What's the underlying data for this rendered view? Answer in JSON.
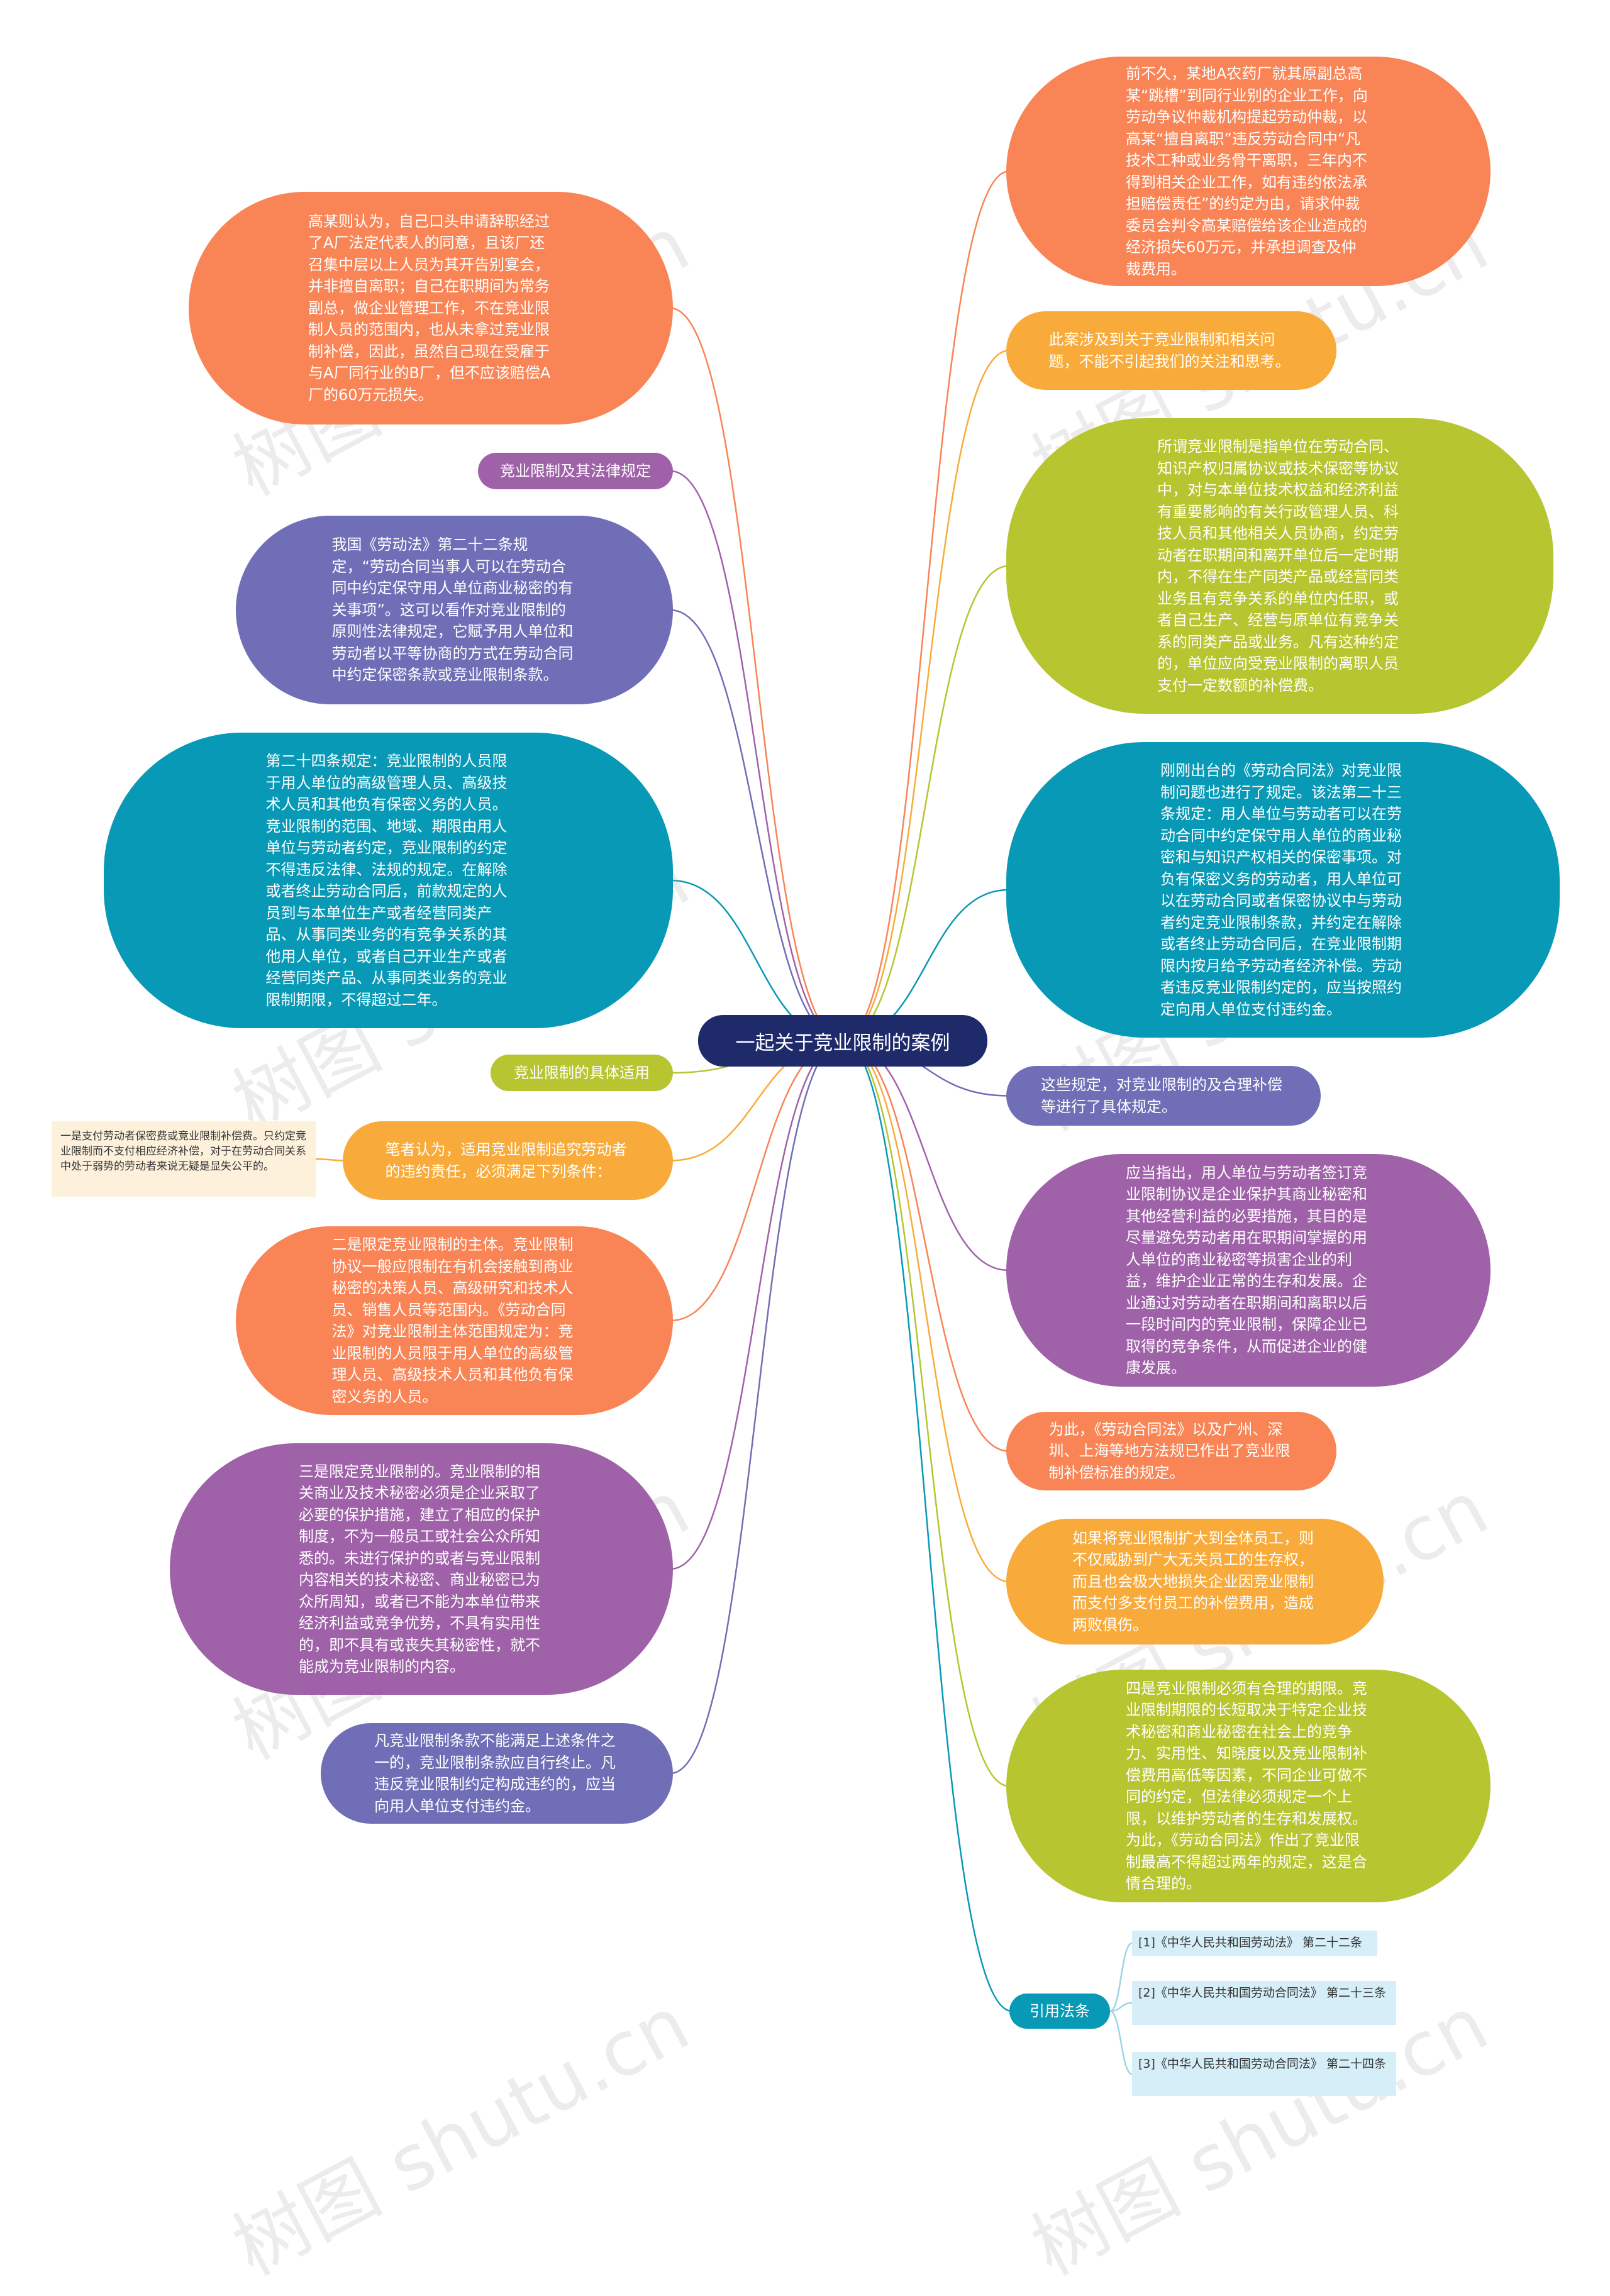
{
  "root": {
    "label": "一起关于竞业限制的案例"
  },
  "colors": {
    "orange": "#f98456",
    "yellow": "#f8ab3a",
    "green": "#b6c530",
    "teal": "#0899b7",
    "purple": "#9f62a9",
    "indigo": "#6f6eb6",
    "root": "#1f2a6b",
    "ref_bg": "#d6eef7",
    "note_bg": "#fdf1dc"
  },
  "left_nodes": [
    {
      "id": "L1",
      "text": "高某则认为，自己口头申请辞职经过了A厂法定代表人的同意，且该厂还召集中层以上人员为其开告别宴会，并非擅自离职；自己在职期间为常务副总，做企业管理工作，不在竞业限制人员的范围内，也从未拿过竞业限制补偿，因此，虽然自己现在受雇于与A厂同行业的B厂，但不应该赔偿A厂的60万元损失。"
    },
    {
      "id": "L2",
      "text": "竞业限制及其法律规定"
    },
    {
      "id": "L3",
      "text": "我国《劳动法》第二十二条规定，“劳动合同当事人可以在劳动合同中约定保守用人单位商业秘密的有关事项”。这可以看作对竞业限制的原则性法律规定，它赋予用人单位和劳动者以平等协商的方式在劳动合同中约定保密条款或竞业限制条款。"
    },
    {
      "id": "L4",
      "text": "第二十四条规定：竞业限制的人员限于用人单位的高级管理人员、高级技术人员和其他负有保密义务的人员。竞业限制的范围、地域、期限由用人单位与劳动者约定，竞业限制的约定不得违反法律、法规的规定。在解除或者终止劳动合同后，前款规定的人员到与本单位生产或者经营同类产品、从事同类业务的有竞争关系的其他用人单位，或者自己开业生产或者经营同类产品、从事同类业务的竞业限制期限，不得超过二年。"
    },
    {
      "id": "L5",
      "text": "竞业限制的具体适用"
    },
    {
      "id": "L6",
      "text": "笔者认为，适用竞业限制追究劳动者的违约责任，必须满足下列条件："
    },
    {
      "id": "L7",
      "text": "二是限定竞业限制的主体。竞业限制协议一般应限制在有机会接触到商业秘密的决策人员、高级研究和技术人员、销售人员等范围内。《劳动合同法》对竞业限制主体范围规定为：竞业限制的人员限于用人单位的高级管理人员、高级技术人员和其他负有保密义务的人员。"
    },
    {
      "id": "L8",
      "text": "三是限定竞业限制的。竞业限制的相关商业及技术秘密必须是企业采取了必要的保护措施，建立了相应的保护制度，不为一般员工或社会公众所知悉的。未进行保护的或者与竞业限制内容相关的技术秘密、商业秘密已为众所周知，或者已不能为本单位带来经济利益或竞争优势，不具有实用性的，即不具有或丧失其秘密性，就不能成为竞业限制的内容。"
    },
    {
      "id": "L9",
      "text": "凡竞业限制条款不能满足上述条件之一的，竞业限制条款应自行终止。凡违反竞业限制约定构成违约的，应当向用人单位支付违约金。"
    }
  ],
  "note": {
    "text": "一是支付劳动者保密费或竞业限制补偿费。只约定竞业限制而不支付相应经济补偿，对于在劳动合同关系中处于弱势的劳动者来说无疑是显失公平的。"
  },
  "right_nodes": [
    {
      "id": "R1",
      "text": "前不久，某地A农药厂就其原副总高某“跳槽”到同行业别的企业工作，向劳动争议仲裁机构提起劳动仲裁，以高某“擅自离职”违反劳动合同中“凡技术工种或业务骨干离职，三年内不得到相关企业工作，如有违约依法承担赔偿责任”的约定为由，请求仲裁委员会判令高某赔偿给该企业造成的经济损失60万元，并承担调查及仲裁费用。"
    },
    {
      "id": "R2",
      "text": "此案涉及到关于竞业限制和相关问题，不能不引起我们的关注和思考。"
    },
    {
      "id": "R3",
      "text": "所谓竞业限制是指单位在劳动合同、知识产权归属协议或技术保密等协议中，对与本单位技术权益和经济利益有重要影响的有关行政管理人员、科技人员和其他相关人员协商，约定劳动者在职期间和离开单位后一定时期内，不得在生产同类产品或经营同类业务且有竞争关系的单位内任职，或者自己生产、经营与原单位有竞争关系的同类产品或业务。凡有这种约定的，单位应向受竞业限制的离职人员支付一定数额的补偿费。"
    },
    {
      "id": "R4",
      "text": "刚刚出台的《劳动合同法》对竞业限制问题也进行了规定。该法第二十三条规定：用人单位与劳动者可以在劳动合同中约定保守用人单位的商业秘密和与知识产权相关的保密事项。对负有保密义务的劳动者，用人单位可以在劳动合同或者保密协议中与劳动者约定竞业限制条款，并约定在解除或者终止劳动合同后，在竞业限制期限内按月给予劳动者经济补偿。劳动者违反竞业限制约定的，应当按照约定向用人单位支付违约金。"
    },
    {
      "id": "R5",
      "text": "这些规定，对竞业限制的及合理补偿等进行了具体规定。"
    },
    {
      "id": "R6",
      "text": "应当指出，用人单位与劳动者签订竞业限制协议是企业保护其商业秘密和其他经营利益的必要措施，其目的是尽量避免劳动者用在职期间掌握的用人单位的商业秘密等损害企业的利益，维护企业正常的生存和发展。企业通过对劳动者在职期间和离职以后一段时间内的竞业限制，保障企业已取得的竞争条件，从而促进企业的健康发展。"
    },
    {
      "id": "R7",
      "text": "为此，《劳动合同法》以及广州、深圳、上海等地方法规已作出了竞业限制补偿标准的规定。"
    },
    {
      "id": "R8",
      "text": "如果将竞业限制扩大到全体员工，则不仅威胁到广大无关员工的生存权，而且也会极大地损失企业因竞业限制而支付多支付员工的补偿费用，造成两败俱伤。"
    },
    {
      "id": "R9",
      "text": "四是竞业限制必须有合理的期限。竞业限制期限的长短取决于特定企业技术秘密和商业秘密在社会上的竞争力、实用性、知晓度以及竞业限制补偿费用高低等因素，不同企业可做不同的约定，但法律必须规定一个上限，以维护劳动者的生存和发展权。为此，《劳动合同法》作出了竞业限制最高不得超过两年的规定，这是合情合理的。"
    },
    {
      "id": "R10",
      "text": "引用法条"
    }
  ],
  "refs": [
    {
      "text": "[1]《中华人民共和国劳动法》 第二十二条"
    },
    {
      "text": "[2]《中华人民共和国劳动合同法》 第二十三条"
    },
    {
      "text": "[3]《中华人民共和国劳动合同法》 第二十四条"
    }
  ],
  "watermark": {
    "text": "树图 shutu.cn"
  }
}
